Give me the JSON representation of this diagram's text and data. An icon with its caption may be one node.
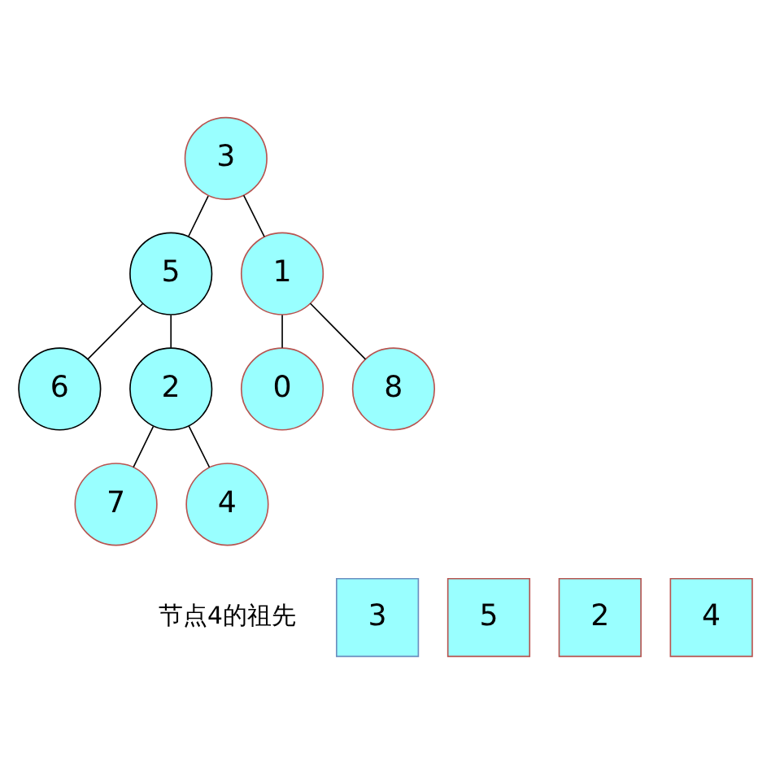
{
  "diagram": {
    "nodes": [
      {
        "text": [
          "3"
        ]
      },
      {
        "text": [
          "5"
        ]
      },
      {
        "text": [
          "1"
        ]
      },
      {
        "text": [
          "6"
        ]
      },
      {
        "text": [
          "2"
        ]
      },
      {
        "text": [
          "0"
        ]
      },
      {
        "text": [
          "8"
        ]
      },
      {
        "text": [
          "7"
        ]
      },
      {
        "text": [
          "4"
        ]
      },
      {
        "text": [
          "3"
        ]
      },
      {
        "text": [
          "5"
        ]
      },
      {
        "text": [
          "2"
        ]
      },
      {
        "text": [
          "4"
        ]
      }
    ],
    "edges": [
      {
        "from": 0,
        "to": 1,
        "arrow": "none"
      },
      {
        "from": 0,
        "to": 2,
        "arrow": "none"
      },
      {
        "from": 1,
        "to": 3,
        "arrow": "none"
      },
      {
        "from": 1,
        "to": 4,
        "arrow": "none"
      },
      {
        "from": 2,
        "to": 5,
        "arrow": "none"
      },
      {
        "from": 2,
        "to": 6,
        "arrow": "none"
      },
      {
        "from": 4,
        "to": 7,
        "arrow": "none"
      },
      {
        "from": 4,
        "to": 8,
        "arrow": "none"
      }
    ],
    "labels": [
      "节点4的祖先"
    ]
  }
}
